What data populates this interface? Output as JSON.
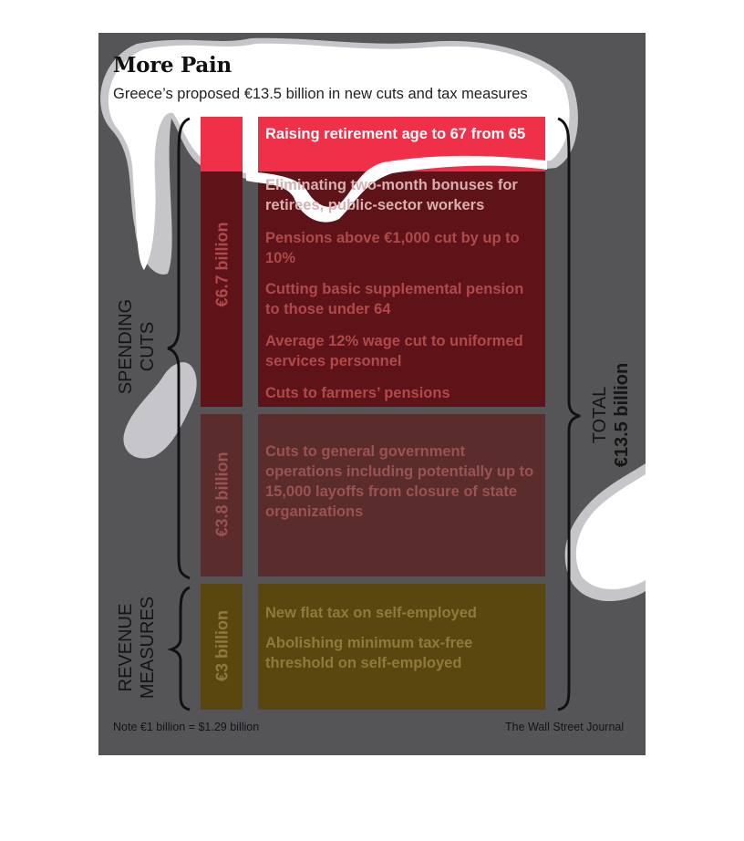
{
  "title": "More Pain",
  "subtitle": "Greece’s proposed €13.5 billion in new cuts and tax measures",
  "blocks": {
    "spending_a": {
      "amount": "€6.7 billion",
      "items": [
        "Raising retirement age to 67 from 65",
        "Eliminating two-month bonuses for retirees, public-sector workers",
        "Pensions above €1,000 cut by up to 10%",
        "Cutting basic supplemental pension to those under 64",
        "Average 12% wage cut to uniformed services personnel",
        "Cuts to farmers’ pensions"
      ]
    },
    "spending_b": {
      "amount": "€3.8 billion",
      "items": [
        "Cuts to general government operations including potentially up to 15,000 layoffs from closure of state organizations"
      ]
    },
    "revenue": {
      "amount": "€3 billion",
      "items": [
        "New flat tax on self-employed",
        "Abolishing minimum tax-free threshold on self-employed"
      ]
    }
  },
  "labels": {
    "spending_line1": "SPENDING",
    "spending_line2": "CUTS",
    "revenue_line1": "REVENUE",
    "revenue_line2": "MEASURES",
    "total_line1": "TOTAL",
    "total_line2": "€13.5 billion"
  },
  "footer": {
    "note": "Note €1 billion = $1.29 billion",
    "source": "The Wall Street Journal"
  },
  "colors": {
    "panel": "#555558",
    "highlight": "#f03048",
    "spending_a": "#5e1318",
    "spending_b": "#5b2c2c",
    "revenue": "#5a4710",
    "item_text": "#b04a4a",
    "revenue_text": "#8e7a3a",
    "blob_white": "#ffffff",
    "blob_gray": "#c6c6ca"
  }
}
